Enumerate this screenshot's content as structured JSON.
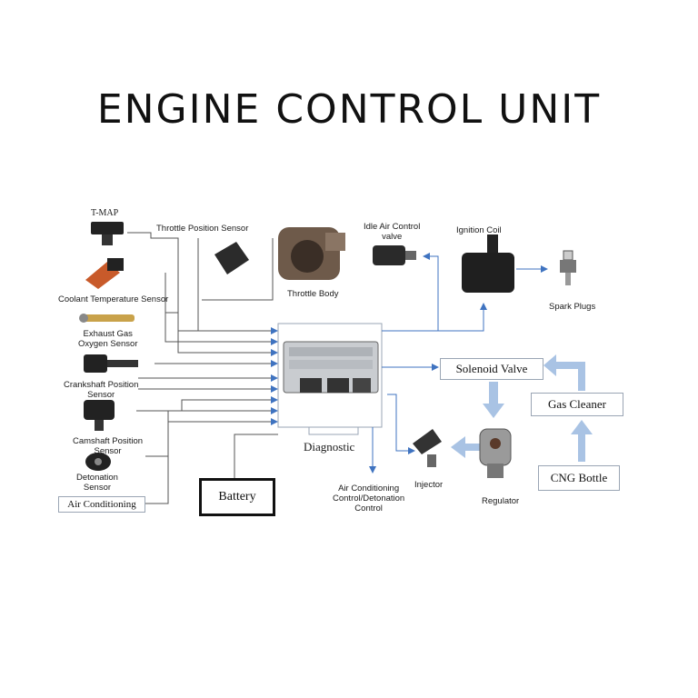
{
  "title": "ENGINE CONTROL UNIT",
  "colors": {
    "flow_arrow": "#a9c3e4",
    "signal_arrow": "#3f73c0",
    "line": "#555555",
    "box_border": "#9aa5b4"
  },
  "sensors": {
    "tmap": "T-MAP",
    "throttle_position": "Throttle Position Sensor",
    "coolant_temp": "Coolant Temperature Sensor",
    "exhaust_gas": "Exhaust Gas\nOxygen Sensor",
    "crankshaft": "Crankshaft Position\nSensor",
    "camshaft": "Camshaft Position\nSensor",
    "detonation": "Detonation\nSensor",
    "air_conditioning": "Air Conditioning"
  },
  "actuators": {
    "throttle_body": "Throttle Body",
    "idle_air": "Idle Air Control\nvalve",
    "ignition_coil": "Ignition Coil",
    "spark_plugs": "Spark Plugs",
    "ac_control": "Air Conditioning\nControl/Detonation\nControl",
    "injector": "Injector",
    "regulator": "Regulator"
  },
  "center": {
    "diagnostic": "Diagnostic",
    "battery": "Battery"
  },
  "gas_system": {
    "solenoid_valve": "Solenoid Valve",
    "gas_cleaner": "Gas Cleaner",
    "cng_bottle": "CNG Bottle"
  }
}
